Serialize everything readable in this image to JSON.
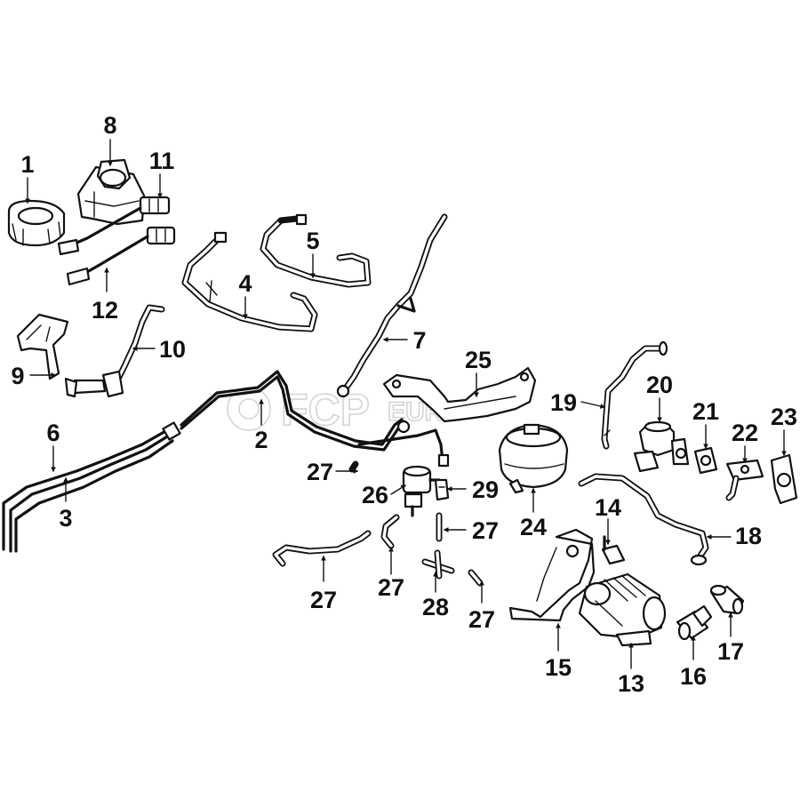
{
  "watermark": {
    "brand": "FCP",
    "brand_suffix": "EURO"
  },
  "callouts": {
    "c1": "1",
    "c2": "2",
    "c3": "3",
    "c4": "4",
    "c5": "5",
    "c6": "6",
    "c7": "7",
    "c8": "8",
    "c9": "9",
    "c10": "10",
    "c11": "11",
    "c12": "12",
    "c13": "13",
    "c14": "14",
    "c15": "15",
    "c16": "16",
    "c17": "17",
    "c18": "18",
    "c19": "19",
    "c20": "20",
    "c21": "21",
    "c22": "22",
    "c23": "23",
    "c24": "24",
    "c25": "25",
    "c26": "26",
    "c27": "27",
    "c28": "28",
    "c29": "29"
  },
  "colors": {
    "line": "#111111",
    "background": "#ffffff",
    "watermark": "#d4d4d4"
  }
}
